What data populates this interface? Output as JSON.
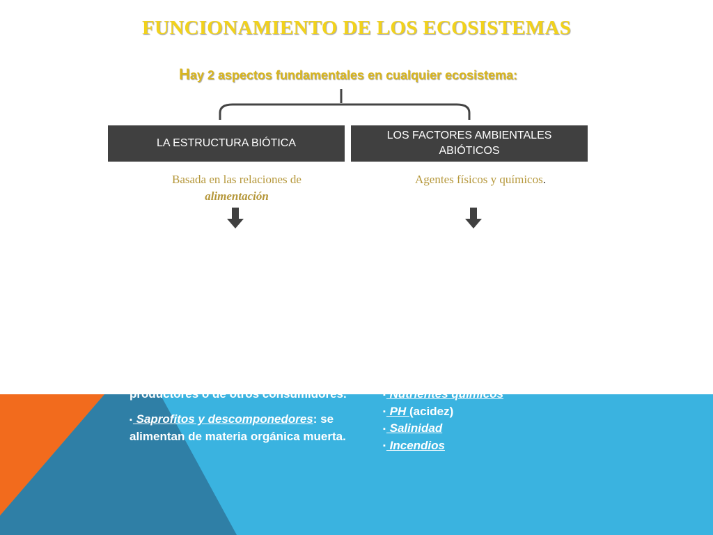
{
  "title": "FUNCIONAMIENTO DE LOS ECOSISTEMAS",
  "subtitle": {
    "first_letter": "H",
    "rest": "ay 2 aspectos fundamentales en cualquier ecosistema:"
  },
  "boxes": {
    "left": "LA ESTRUCTURA BIÓTICA",
    "right_line1": "LOS FACTORES AMBIENTALES",
    "right_line2": "ABIÓTICOS"
  },
  "descriptions": {
    "left_text": "Basada en las relaciones de",
    "left_emphasis": "alimentación",
    "right_text": "Agentes físicos y químicos",
    "right_period": "."
  },
  "left_list": {
    "partial_line": "productores o de otros consumidores.",
    "item2_term": " Saprofitos y descomponedores",
    "item2_rest": ": se alimentan de materia orgánica muerta."
  },
  "right_list": {
    "partial_item": " Nutrientes químicos",
    "item_ph_term": " PH ",
    "item_ph_rest": " (acidez)",
    "item_salinidad": " Salinidad",
    "item_incendios": " Incendios"
  },
  "bullet_glyph": "▪",
  "colors": {
    "title": "#f2d21b",
    "subtitle": "#d8b51e",
    "box_bg": "#404040",
    "description": "#b5973a",
    "orange": "#f26b1d",
    "blue": "#3ab3e0",
    "dark_blue": "#2f7fa6"
  },
  "icons": [
    "down-arrow-icon",
    "down-arrow-icon"
  ]
}
